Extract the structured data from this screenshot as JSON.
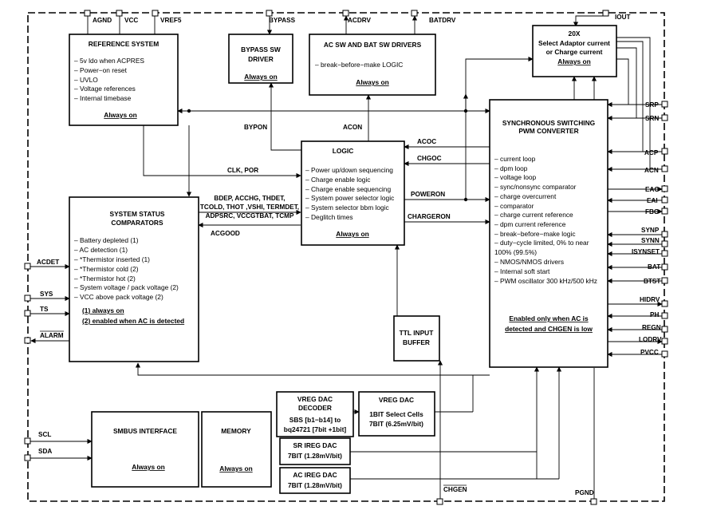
{
  "blocks": {
    "reference_system": {
      "title": "REFERENCE SYSTEM",
      "items": [
        "5v ldo when ACPRES",
        "Power−on reset",
        "UVLO",
        "Voltage references",
        "Internal timebase"
      ],
      "footer": "Always on"
    },
    "bypass_sw_driver": {
      "title1": "BYPASS SW",
      "title2": "DRIVER",
      "footer": "Always on"
    },
    "ac_sw_bat_sw_drivers": {
      "title": "AC SW AND BAT SW DRIVERS",
      "item": "break−before−make LOGIC",
      "footer": "Always on"
    },
    "select_adaptor_current": {
      "title1": "20X",
      "title2": "Select Adaptor current",
      "title3": "or Charge current",
      "footer": "Always on"
    },
    "logic": {
      "title": "LOGIC",
      "items": [
        "Power up/down sequencing",
        "Charge enable logic",
        "Charge enable sequencing",
        "System power selector logic",
        "System selector bbm logic",
        "Deglitch times"
      ],
      "footer": "Always on"
    },
    "system_status_comparators": {
      "title1": "SYSTEM STATUS",
      "title2": "COMPARATORS",
      "items": [
        "Battery depleted  (1)",
        "AC detection        (1)",
        "*Thermistor inserted  (1)",
        "*Thermistor cold    (2)",
        "*Thermistor hot      (2)",
        "System voltage / pack voltage  (2)",
        "VCC above pack voltage (2)"
      ],
      "note1": "(1)  always on",
      "note2": "(2) enabled when AC is detected"
    },
    "pwm_converter": {
      "title1": "SYNCHRONOUS SWITCHING",
      "title2": "PWM CONVERTER",
      "items": [
        "current loop",
        "dpm loop",
        "voltage loop",
        "sync/nonsync comparator",
        "charge overcurrent",
        "comparator",
        "charge current reference",
        "dpm current reference",
        "break−before−make logic",
        "duty−cycle limited, 0% to near"
      ],
      "item_cont": "100% (99.5%)",
      "items2": [
        "NMOS/NMOS drivers",
        "Internal soft start",
        "PWM oscillator 300 kHz/500 kHz"
      ],
      "footer1": "Enabled only when AC is",
      "footer2": "detected and CHGEN is low"
    },
    "ttl_input_buffer": {
      "title1": "TTL INPUT",
      "title2": "BUFFER"
    },
    "vreg_dac_decoder": {
      "title1": "VREG DAC",
      "title2": "DECODER",
      "line3": "SBS [b1−b14]  to",
      "line4": "bq24721 [7bit +1bit]"
    },
    "vreg_dac": {
      "title": "VREG DAC",
      "line2": "1BIT Select Cells",
      "line3": "7BIT (6.25mV/bit)"
    },
    "sr_ireg_dac": {
      "title": "SR IREG DAC",
      "line2": "7BIT (1.28mV/bit)"
    },
    "ac_ireg_dac": {
      "title": "AC IREG DAC",
      "line2": "7BIT (1.28mV/bit)"
    },
    "smbus_interface": {
      "title": "SMBUS INTERFACE",
      "footer": "Always on"
    },
    "memory": {
      "title": "MEMORY",
      "footer": "Always on"
    }
  },
  "signals": {
    "bypon": "BYPON",
    "acon": "ACON",
    "clk_por": "CLK, POR",
    "acoc": "ACOC",
    "chgoc": "CHGOC",
    "poweron": "POWERON",
    "chargeron": "CHARGERON",
    "status_bus": [
      "BDEP, ACCHG, THDET,",
      "TCOLD, THOT ,VSHI, TERMDET,",
      "ADPSRC, VCCGTBAT, TCMP"
    ],
    "acgood": "ACGOOD"
  },
  "pins": {
    "top": [
      "AGND",
      "VCC",
      "VREF5",
      "BYPASS",
      "ACDRV",
      "BATDRV",
      "IOUT"
    ],
    "left": [
      "ACDET",
      "SYS",
      "TS",
      "ALARM",
      "SCL",
      "SDA"
    ],
    "right": [
      "SRP",
      "SRN",
      "ACP",
      "ACN",
      "EAO",
      "EAI",
      "FBO",
      "SYNP",
      "SYNN",
      "ISYNSET",
      "BAT",
      "BTST",
      "HIDRV",
      "PH",
      "REGN",
      "LODRV",
      "PVCC"
    ],
    "bottom": [
      "CHGEN",
      "PGND"
    ]
  }
}
